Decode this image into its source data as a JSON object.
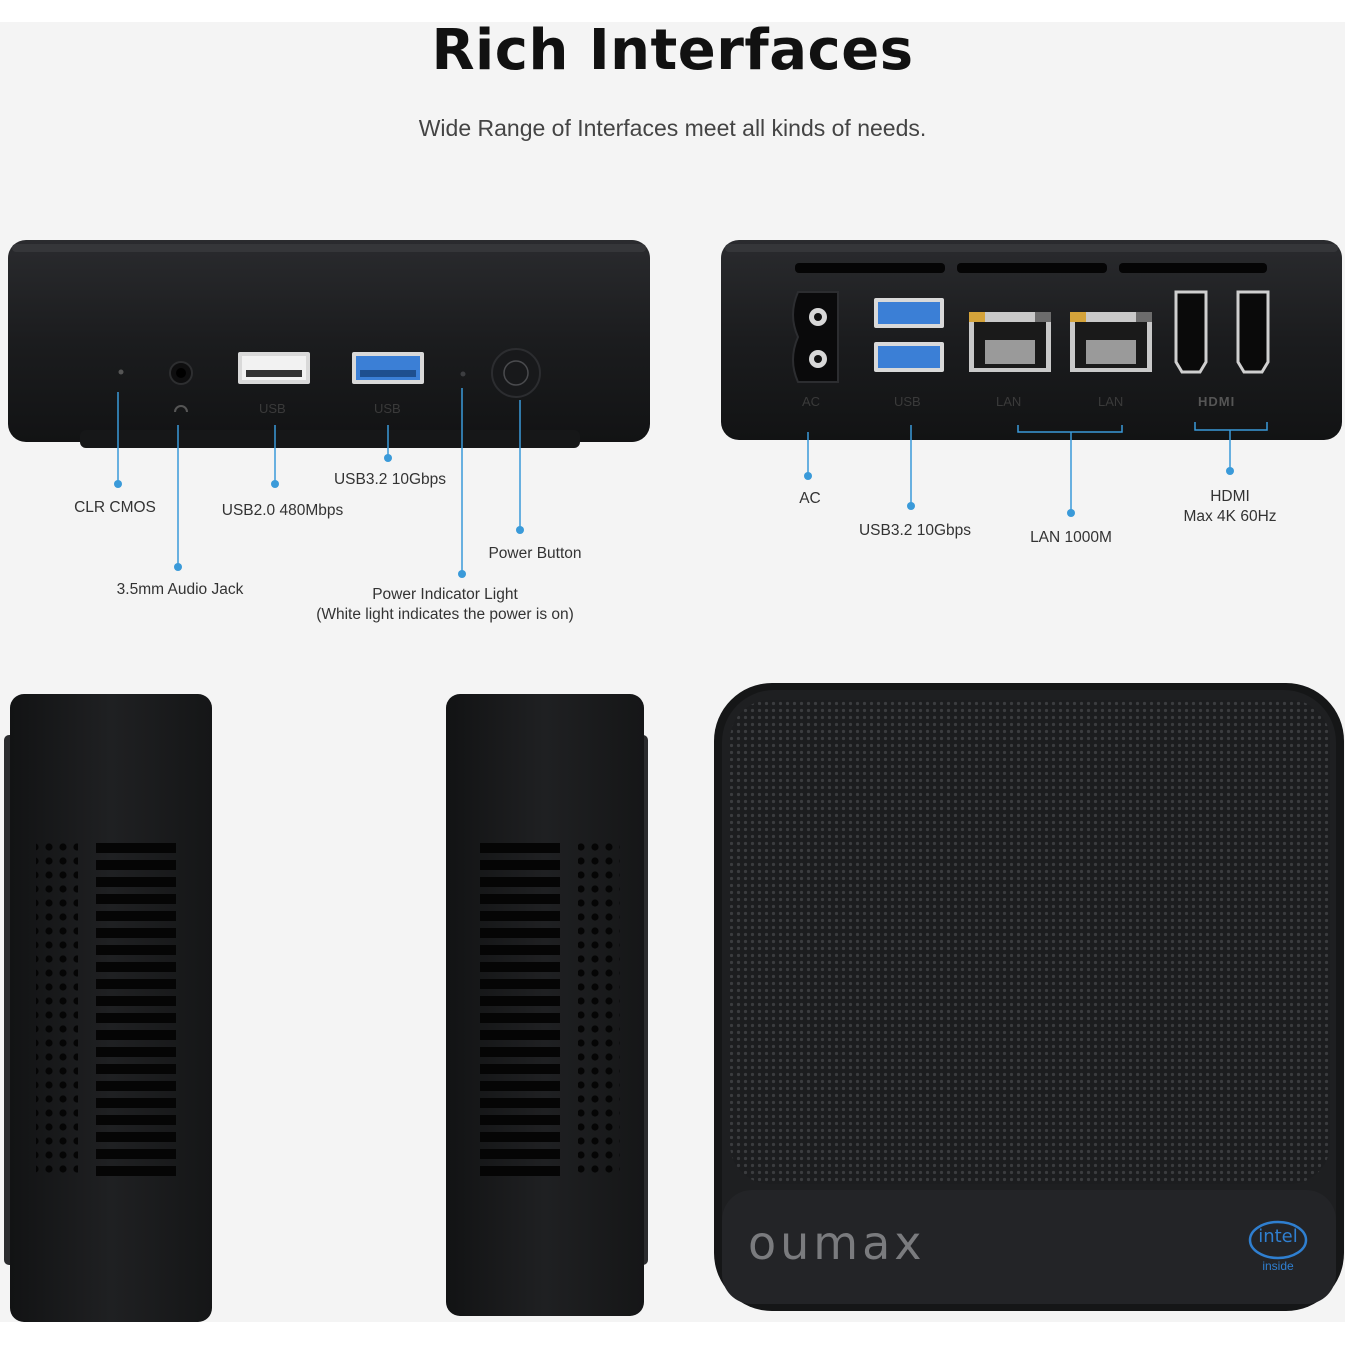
{
  "header": {
    "title": "Rich Interfaces",
    "subtitle": "Wide Range of Interfaces meet all kinds of needs."
  },
  "front_panel": {
    "port_labels": {
      "usb1": "USB",
      "usb2": "USB"
    },
    "callouts": {
      "clr_cmos": "CLR CMOS",
      "audio": "3.5mm Audio Jack",
      "usb2": "USB2.0 480Mbps",
      "usb3": "USB3.2 10Gbps",
      "power_light": "Power Indicator Light",
      "power_light_note": "(White light indicates the power is on)",
      "power_button": "Power Button"
    }
  },
  "rear_panel": {
    "port_labels": {
      "ac": "AC",
      "usb": "USB",
      "lan1": "LAN",
      "lan2": "LAN",
      "hdmi": "HDMI"
    },
    "callouts": {
      "ac": "AC",
      "usb": "USB3.2 10Gbps",
      "lan": "LAN 1000M",
      "hdmi": "HDMI",
      "hdmi_note": "Max 4K 60Hz"
    }
  },
  "top_view": {
    "brand": "oumax",
    "badge_brand": "intel",
    "badge_sub": "inside"
  },
  "colors": {
    "accent": "#3a9ad9",
    "device": "#1c1d1f",
    "usb3_blue": "#3b7fd6",
    "background": "#f4f4f4"
  }
}
